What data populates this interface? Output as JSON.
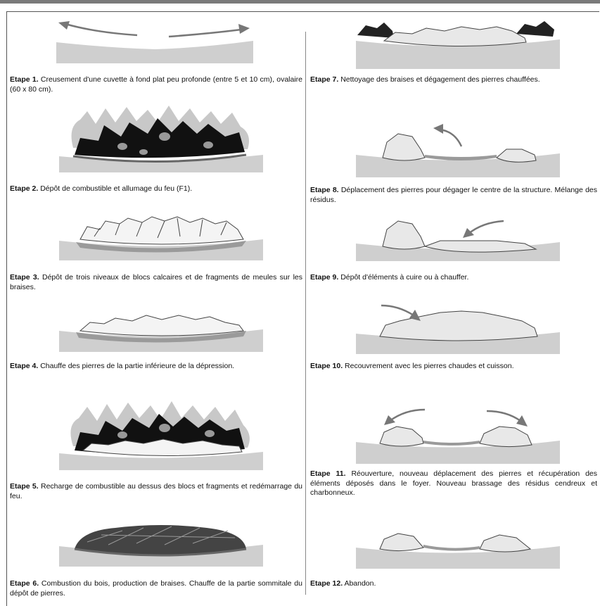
{
  "colors": {
    "ground": "#cfcfcf",
    "ash": "#9a9a9a",
    "stone": "#e8e8e8",
    "fuel": "#111111",
    "flame": "#c8c8c8",
    "frame": "#7a7a7a"
  },
  "steps": [
    {
      "id": 1,
      "label": "Etape 1.",
      "text": " Creusement d'une cuvette à fond plat peu profonde (entre 5 et 10 cm), ovalaire (60 x 80 cm)."
    },
    {
      "id": 2,
      "label": "Etape 2.",
      "text": " Dépôt de combustible et allumage du feu (F1)."
    },
    {
      "id": 3,
      "label": "Etape 3.",
      "text": " Dépôt de trois niveaux de blocs calcaires et de fragments de meules sur les braises."
    },
    {
      "id": 4,
      "label": "Etape 4.",
      "text": " Chauffe des pierres de la partie inférieure de la dépression."
    },
    {
      "id": 5,
      "label": "Etape 5.",
      "text": " Recharge de combustible au dessus des blocs et fragments et redémarrage du feu."
    },
    {
      "id": 6,
      "label": "Etape 6.",
      "text": " Combustion du bois, production de braises. Chauffe de la partie sommitale du dépôt de pierres."
    },
    {
      "id": 7,
      "label": "Etape 7.",
      "text": " Nettoyage des braises et dégagement des pierres chauffées."
    },
    {
      "id": 8,
      "label": "Etape 8.",
      "text": " Déplacement des pierres pour dégager le centre de la structure. Mélange des résidus."
    },
    {
      "id": 9,
      "label": "Etape 9.",
      "text": " Dépôt d'éléments à cuire ou à chauffer."
    },
    {
      "id": 10,
      "label": "Etape 10.",
      "text": " Recouvrement avec les pierres chaudes et cuisson."
    },
    {
      "id": 11,
      "label": "Etape 11.",
      "text": " Réouverture, nouveau déplacement des pierres et récupération des éléments déposés dans le foyer. Nouveau brassage des résidus cendreux et charbonneux."
    },
    {
      "id": 12,
      "label": "Etape 12.",
      "text": " Abandon."
    }
  ]
}
